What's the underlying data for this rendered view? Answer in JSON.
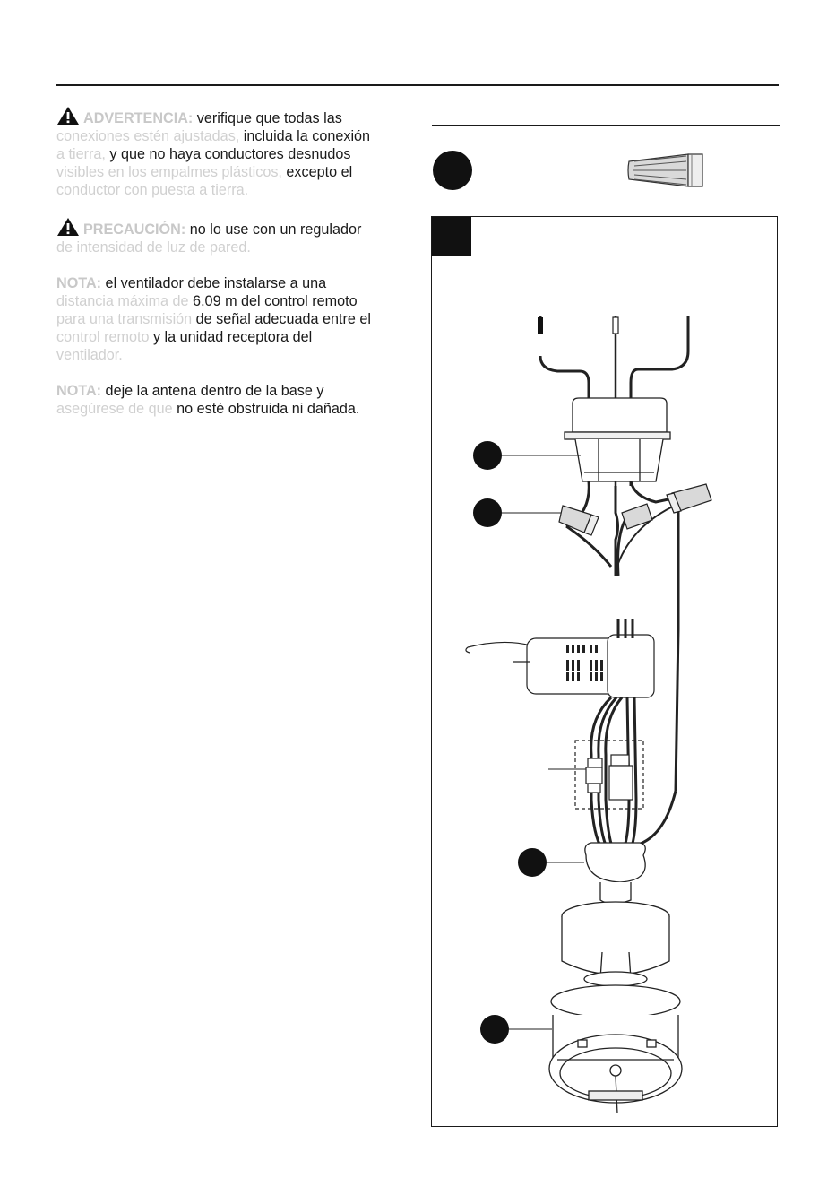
{
  "notes": {
    "warning": {
      "label": "ADVERTENCIA:",
      "pre_dim": "",
      "line1_rest": " verifique que todas las",
      "body": [
        {
          "dim": "conexiones estén ajustadas,",
          "text": " incluida la conexión"
        },
        {
          "dim": "a tierra,",
          "text": " y que no haya conductores desnudos"
        },
        {
          "dim": "visibles en los empalmes plásticos,",
          "text": " excepto el"
        },
        {
          "dim": "conductor con puesta a tierra.",
          "text": ""
        }
      ]
    },
    "caution": {
      "label": "PRECAUCIÓN:",
      "line1_rest": " no lo use con un regulador",
      "body": [
        {
          "dim": "de intensidad de luz de pared.",
          "text": ""
        }
      ]
    },
    "note1": {
      "label": "NOTA:",
      "line1_rest": " el ventilador debe instalarse a una",
      "body": [
        {
          "dim": "distancia máxima de",
          "text": " 6.09 m del control remoto"
        },
        {
          "dim": "para una transmisión",
          "text": " de señal adecuada entre el"
        },
        {
          "dim": "control remoto",
          "text": " y la unidad receptora del"
        },
        {
          "dim": "ventilador.",
          "text": ""
        }
      ]
    },
    "note2": {
      "label": "NOTA:",
      "line1_rest": " deje la antena dentro de la base y",
      "body": [
        {
          "dim": "asegúrese de que",
          "text": " no esté obstruida ni dañada."
        }
      ]
    }
  },
  "icons": {
    "warning": "warning-triangle-icon",
    "hardware": "wire-connector-icon"
  },
  "colors": {
    "ink": "#1a1a1a",
    "faded_text": "#d0d0d0",
    "black_badge": "#111111"
  }
}
